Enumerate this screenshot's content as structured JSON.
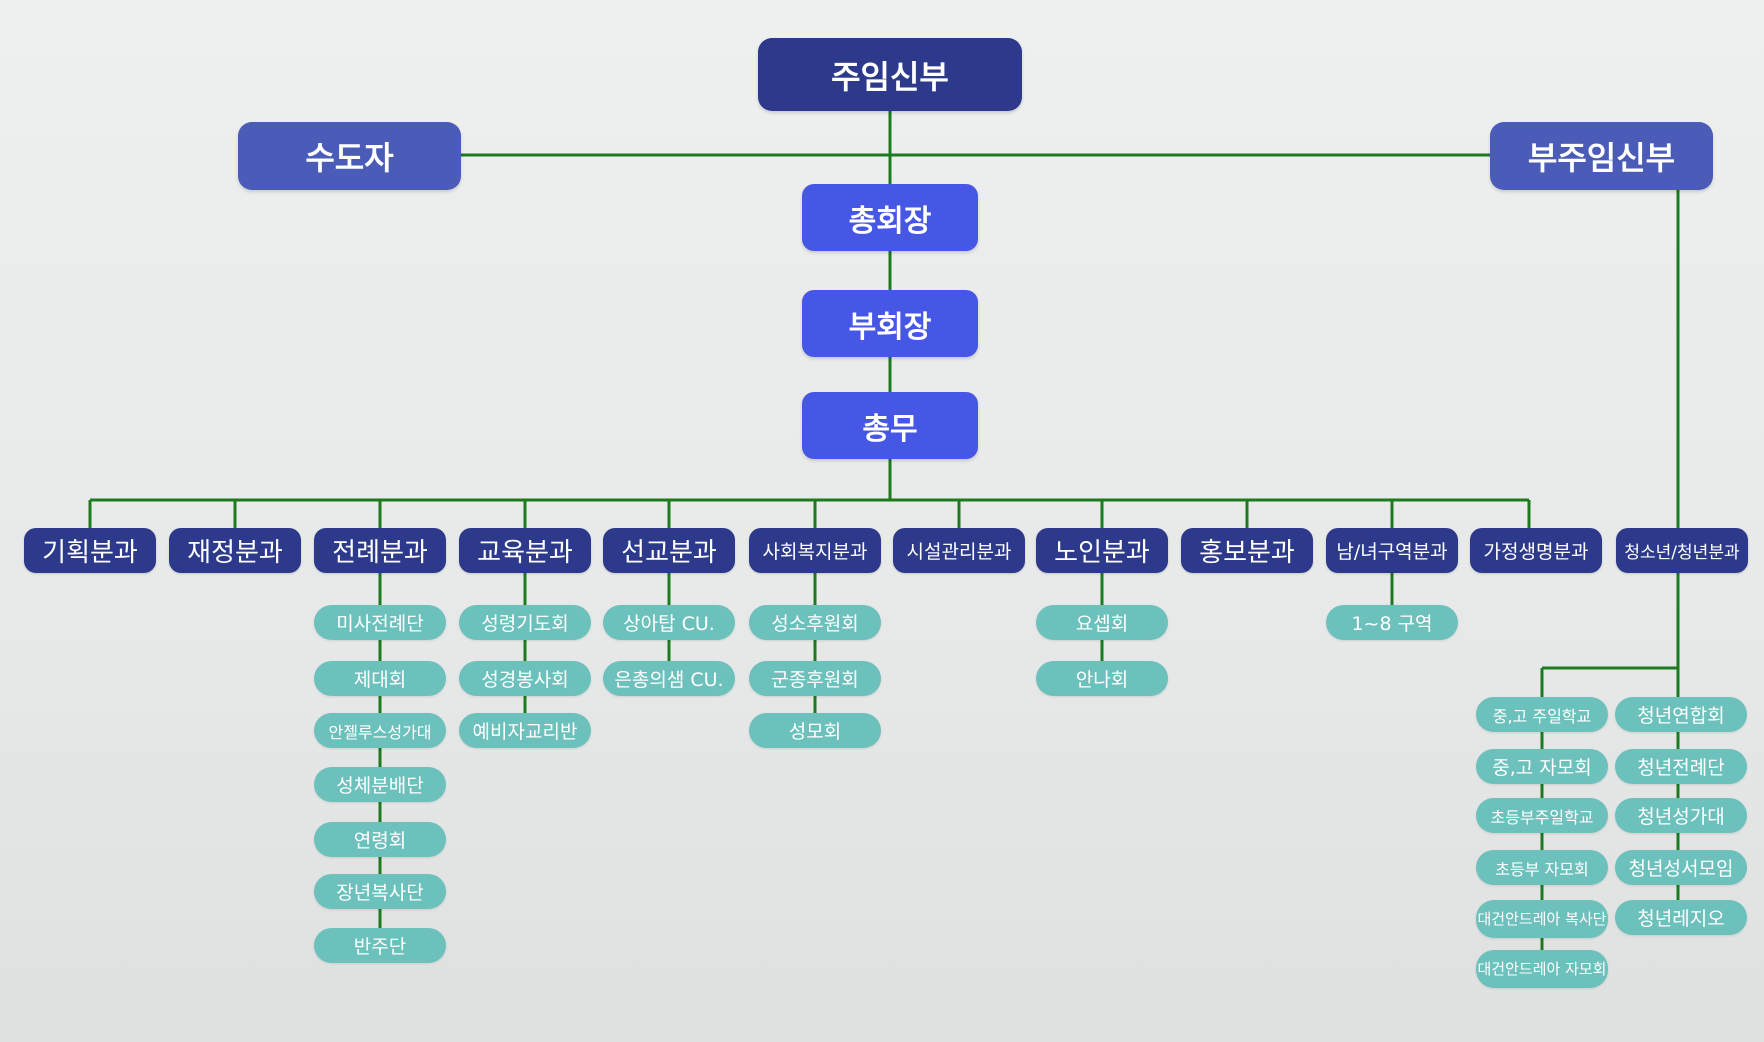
{
  "leadership": {
    "pastor": "주임신부",
    "religious": "수도자",
    "assistant_pastor": "부주임신부",
    "president": "총회장",
    "vice_president": "부회장",
    "general_affairs": "총무"
  },
  "departments": [
    {
      "name": "기획분과",
      "groups": []
    },
    {
      "name": "재정분과",
      "groups": []
    },
    {
      "name": "전례분과",
      "groups": [
        "미사전례단",
        "제대회",
        "안젤루스성가대",
        "성체분배단",
        "연령회",
        "장년복사단",
        "반주단"
      ]
    },
    {
      "name": "교육분과",
      "groups": [
        "성령기도회",
        "성경봉사회",
        "예비자교리반"
      ]
    },
    {
      "name": "선교분과",
      "groups": [
        "상아탑 CU.",
        "은총의샘 CU."
      ]
    },
    {
      "name": "사회복지분과",
      "groups": [
        "성소후원회",
        "군종후원회",
        "성모회"
      ]
    },
    {
      "name": "시설관리분과",
      "groups": []
    },
    {
      "name": "노인분과",
      "groups": [
        "요셉회",
        "안나회"
      ]
    },
    {
      "name": "홍보분과",
      "groups": []
    },
    {
      "name": "남/녀구역분과",
      "groups": [
        "1~8 구역"
      ]
    },
    {
      "name": "가정생명분과",
      "groups": []
    },
    {
      "name": "청소년/청년분과",
      "groups": []
    }
  ],
  "youth": {
    "left": [
      "중,고 주일학교",
      "중,고 자모회",
      "초등부주일학교",
      "초등부 자모회",
      "대건안드레아 복사단",
      "대건안드레아 자모회"
    ],
    "right": [
      "청년연합회",
      "청년전례단",
      "청년성가대",
      "청년성서모임",
      "청년레지오"
    ]
  },
  "colors": {
    "line": "#1e7a1e",
    "top_box": "#2d3a8c",
    "side_box": "#4a5bb8",
    "exec_box": "#4657e6",
    "dept_box": "#2d3a8c",
    "sub_box": "#6dc1bd"
  }
}
